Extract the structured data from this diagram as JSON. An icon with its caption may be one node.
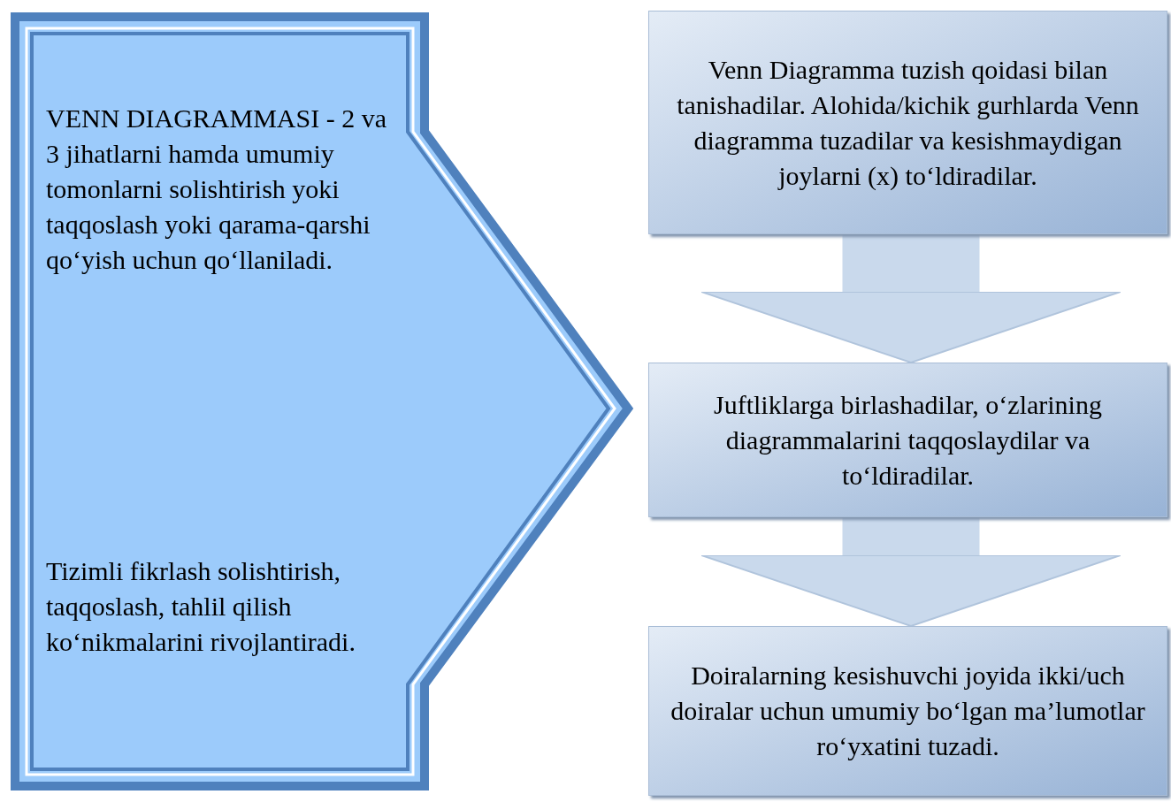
{
  "diagram": {
    "nodes": [
      {
        "text": [
          "VENN DIAGRAMMASI - 2 va 3 jihatlarni hamda umumiy tomonlarni solishtirish yoki taqqoslash yoki qarama-qarshi qo‘yish uchun qo‘llaniladi.",
          "Tizimli fikrlash solishtirish, taqqoslash, tahlil qilish ko‘nikmalarini rivojlantiradi."
        ]
      },
      {
        "text": [
          "Venn Diagramma tuzish qoidasi bilan tanishadilar. Alohida/kichik gurhlarda Venn diagramma tuzadilar va kesishmaydigan joylarni (x) to‘ldiradilar."
        ]
      },
      {
        "text": [
          "Juftliklarga birlashadilar, o‘zlarining diagrammalarini taqqoslaydilar va to‘ldiradilar."
        ]
      },
      {
        "text": [
          "Doiralarning kesishuvchi joyida ikki/uch doiralar uchun umumiy bo‘lgan ma’lumotlar ro‘yxatini tuzadi."
        ]
      }
    ],
    "edges": [
      {
        "from": 1,
        "to": 2,
        "arrow": "to"
      },
      {
        "from": 2,
        "to": 3,
        "arrow": "to"
      }
    ]
  }
}
